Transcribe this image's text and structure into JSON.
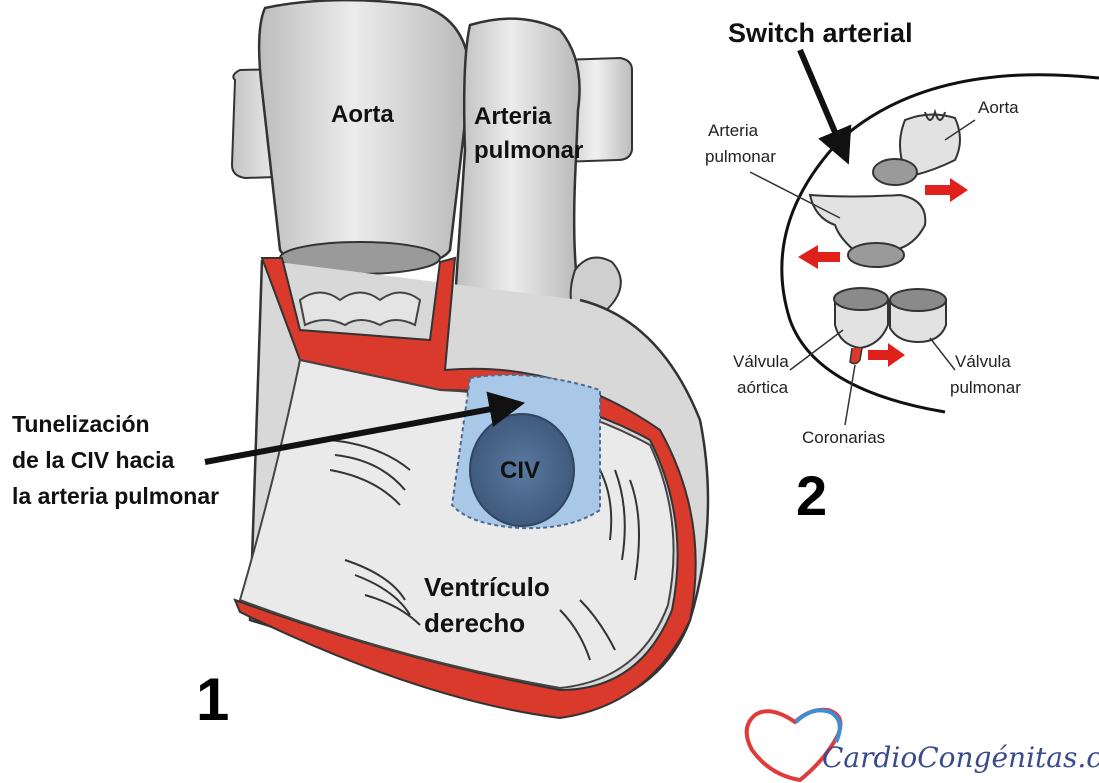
{
  "panel1": {
    "number": "1",
    "aorta_label": "Aorta",
    "pulmonary_label_line1": "Arteria",
    "pulmonary_label_line2": "pulmonar",
    "civ_label": "CIV",
    "ventricle_label_line1": "Ventrículo",
    "ventricle_label_line2": "derecho",
    "tunnel_label_line1": "Tunelización",
    "tunnel_label_line2": "de la CIV hacia",
    "tunnel_label_line3": "la arteria pulmonar"
  },
  "panel2": {
    "number": "2",
    "title": "Switch arterial",
    "aorta_label": "Aorta",
    "pulmonary_label_line1": "Arteria",
    "pulmonary_label_line2": "pulmonar",
    "aortic_valve_label_line1": "Válvula",
    "aortic_valve_label_line2": "aórtica",
    "pulmonary_valve_label_line1": "Válvula",
    "pulmonary_valve_label_line2": "pulmonar",
    "coronaries_label": "Coronarias"
  },
  "logo": {
    "text": "CardioCongénitas.com.ar",
    "heart_colors": [
      "#e03a3a",
      "#3b8fd6"
    ]
  },
  "colors": {
    "myocardium_red": "#d93a2b",
    "vessel_gray": "#d6d6d6",
    "civ_light_blue": "#a9c8e8",
    "civ_dark_blue": "#4e6b8f",
    "arrow_red": "#e0201a"
  }
}
